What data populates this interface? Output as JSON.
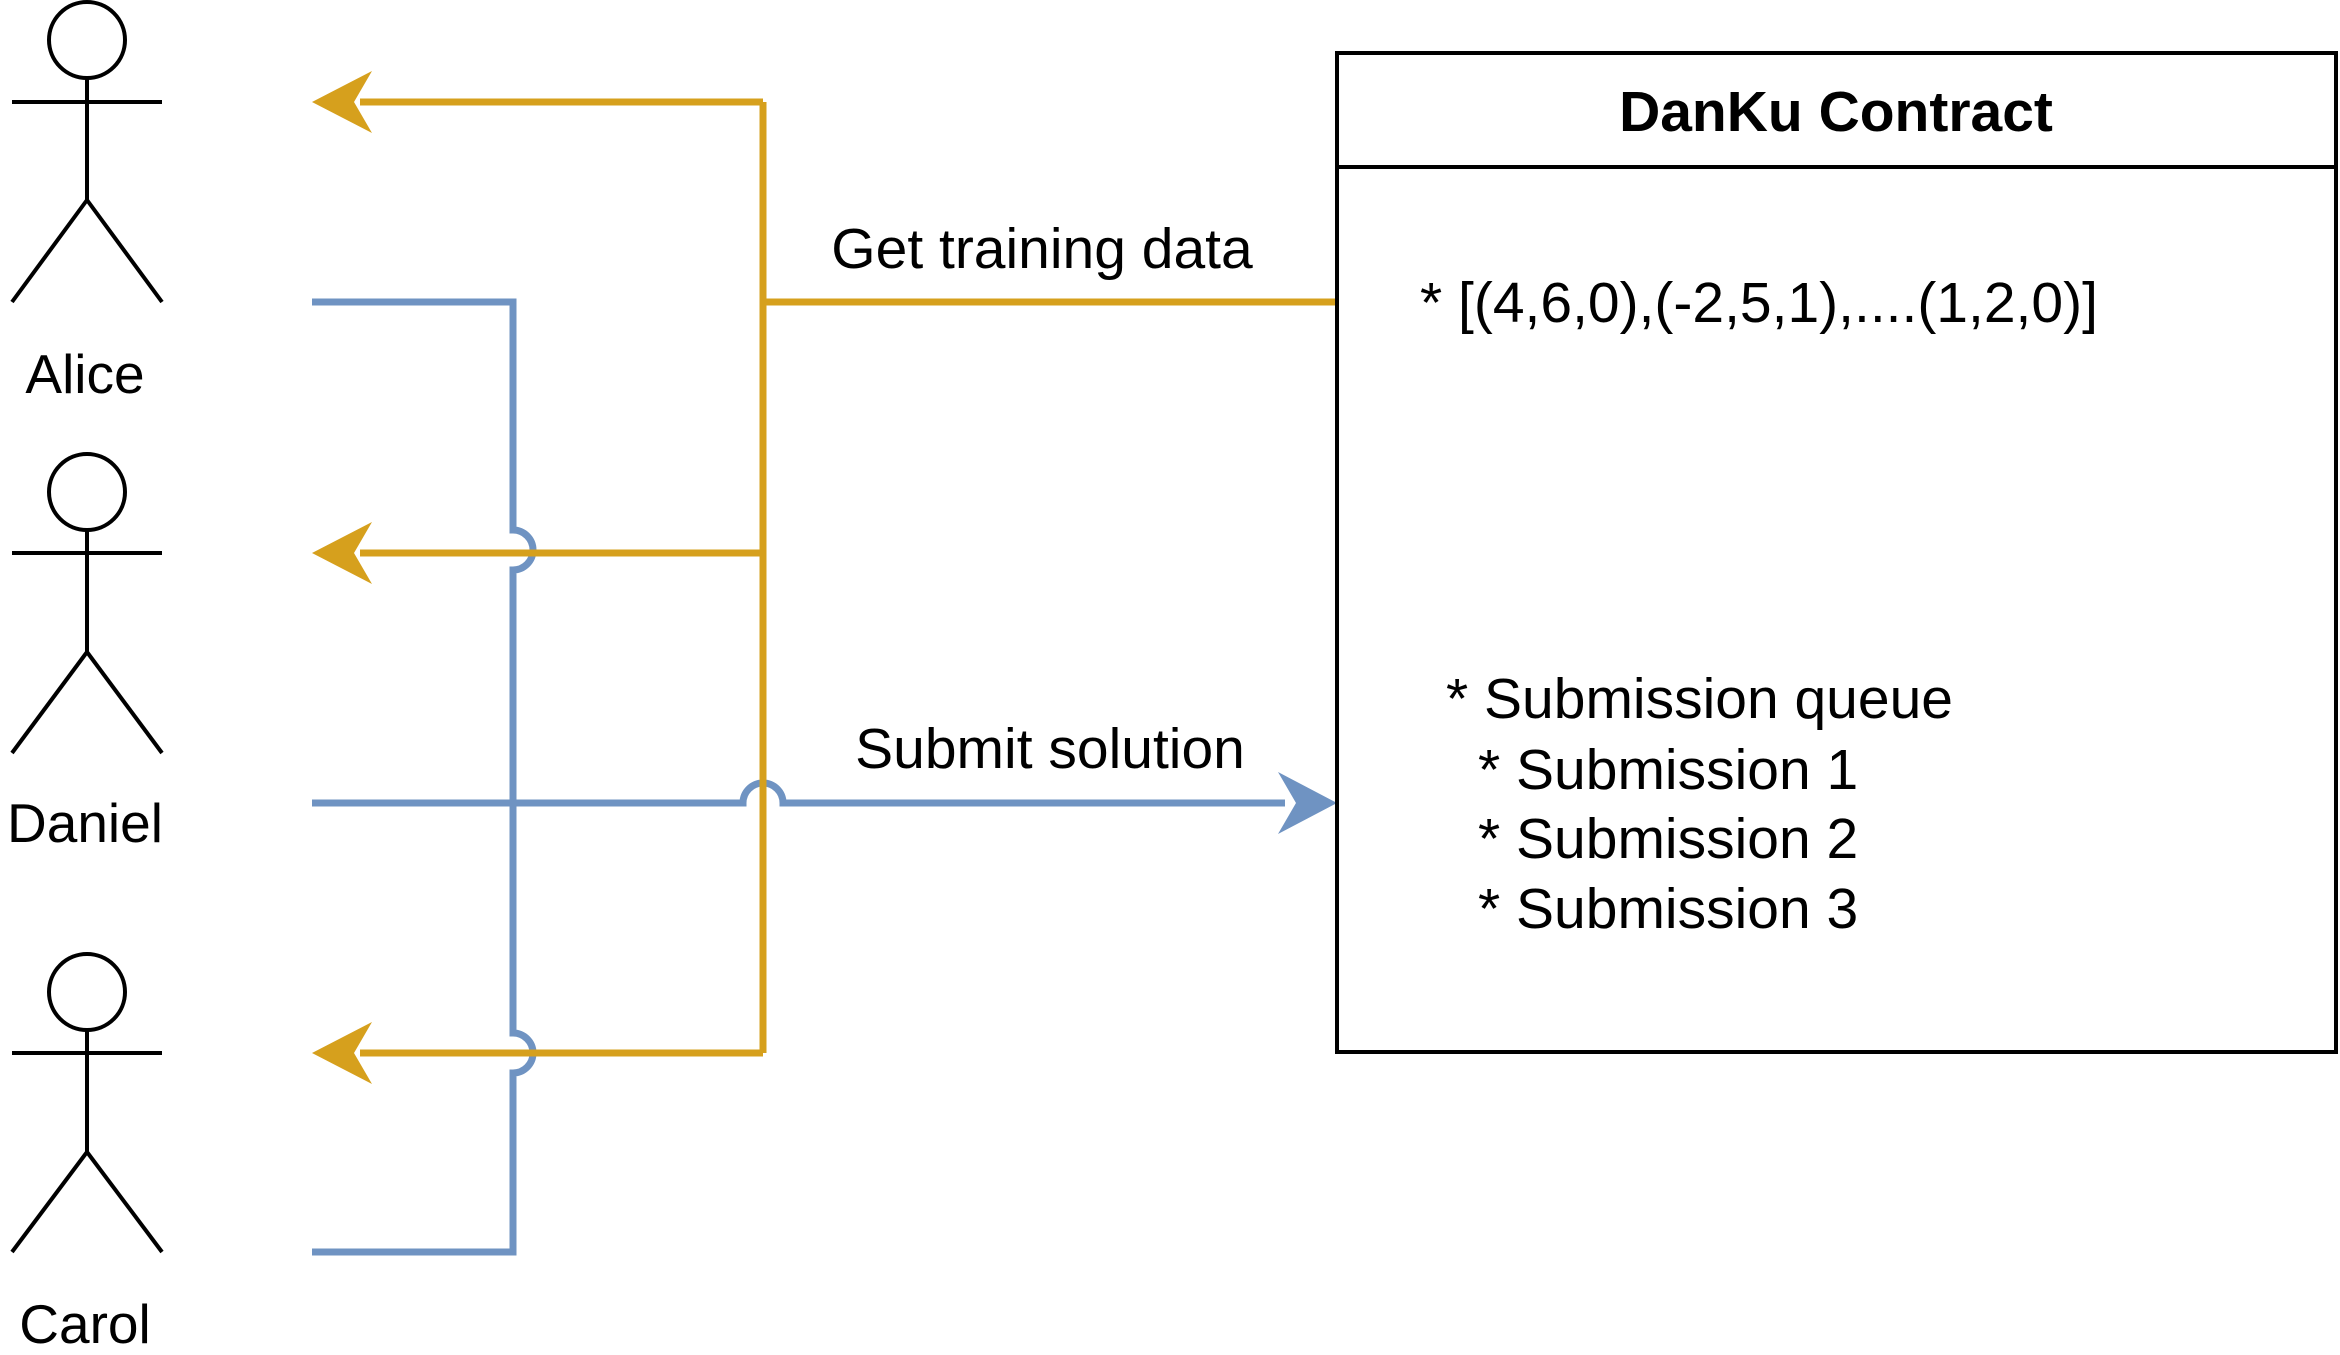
{
  "colors": {
    "training_flow": "#d6a01d",
    "submission_flow": "#6f93c2",
    "stroke": "#000000",
    "background": "#ffffff"
  },
  "actors": [
    {
      "name": "Alice",
      "icon": "stick-figure-icon"
    },
    {
      "name": "Daniel",
      "icon": "stick-figure-icon"
    },
    {
      "name": "Carol",
      "icon": "stick-figure-icon"
    }
  ],
  "edges": {
    "get_training_data": "Get training data",
    "submit_solution": "Submit solution"
  },
  "contract": {
    "title": "DanKu Contract",
    "training_data": "* [(4,6,0),(-2,5,1),....(1,2,0)]",
    "queue_heading": "* Submission queue",
    "submissions": [
      "* Submission 1",
      "* Submission 2",
      "* Submission 3"
    ]
  }
}
